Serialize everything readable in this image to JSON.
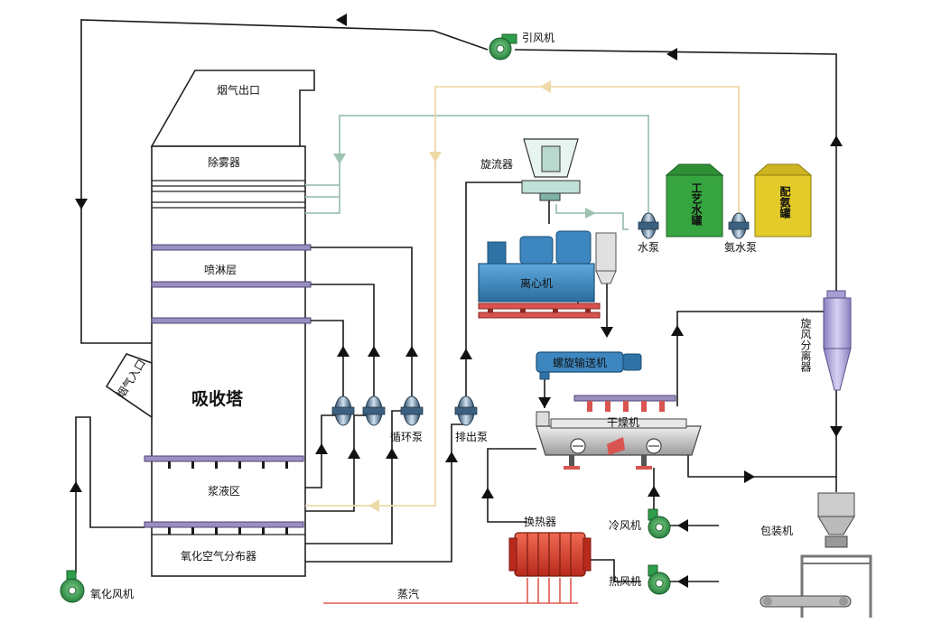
{
  "labels": {
    "outlet": "烟气出口",
    "demister": "除雾器",
    "spray_layer": "喷淋层",
    "inlet": "烟气入口",
    "absorber": "吸收塔",
    "slurry_zone": "浆液区",
    "oxidation_dist": "氧化空气分布器",
    "oxidation_fan": "氧化风机",
    "induced_fan": "引风机",
    "hydrocyclone": "旋流器",
    "centrifuge": "离心机",
    "screw_conveyor": "螺旋输送机",
    "dryer": "干燥机",
    "circ_pump": "循环泵",
    "discharge_pump": "排出泵",
    "water_pump": "水泵",
    "ammonia_pump": "氨水泵",
    "process_tank": "工艺水罐",
    "ammonia_tank": "配氨罐",
    "cyclone_sep": "旋风分离器",
    "packer": "包装机",
    "cold_fan": "冷风机",
    "hot_fan": "热风机",
    "heat_exchanger": "换热器",
    "steam": "蒸汽"
  },
  "colors": {
    "line": "#1a1a1a",
    "green_line": "#9ec3b1",
    "yellow_line": "#eed9a8",
    "steam_line": "#e05a50",
    "fan": "#2f9e4a",
    "pump": "#5a7d9e",
    "centrifuge": "#3a86c0",
    "centrifuge_base": "#d9534f",
    "process_tank": "#37a53f",
    "ammonia_tank": "#e3cc2a",
    "cyclone": "#a99ed4",
    "dryer": "#c9c9c9",
    "heat_exchanger": "#d9412f",
    "header": "#9a8fc0"
  },
  "icons": {
    "fan": "centrifugal-fan-icon",
    "pump": "pump-icon"
  }
}
